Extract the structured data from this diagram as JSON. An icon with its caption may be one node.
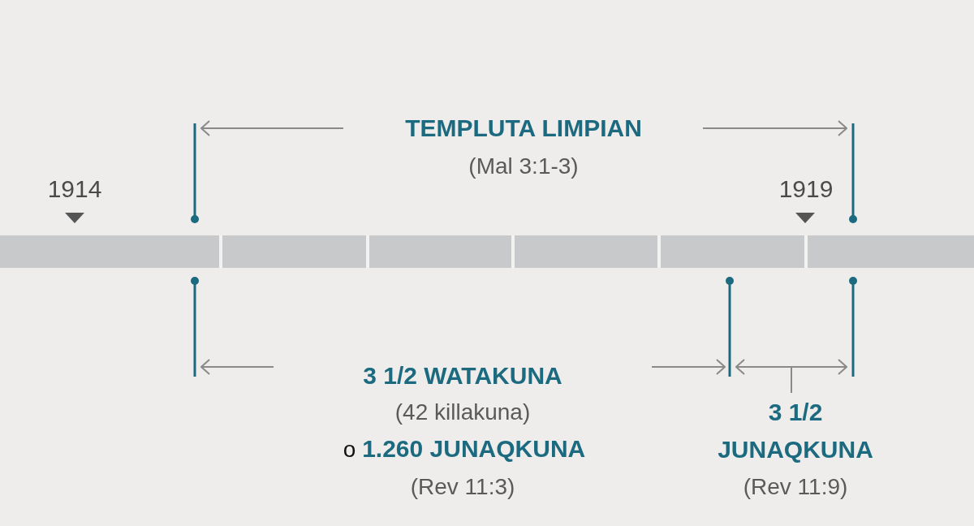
{
  "diagram": {
    "labels": [
      "TEMPLUTA LIMPIAN",
      "(Mal 3:1-3)",
      "1914",
      "1919",
      "3 1/2 WATAKUNA",
      "(42 killakuna)",
      "o **1.260 JUNAQKUNA**",
      "(Rev 11:3)",
      "3 1/2 JUNAQKUNA",
      "(Rev 11:9)"
    ]
  }
}
